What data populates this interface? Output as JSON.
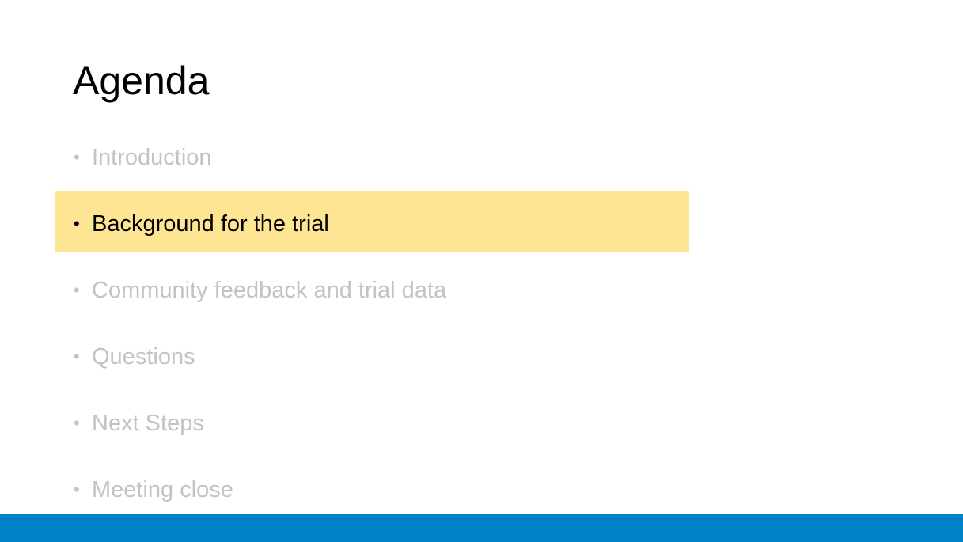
{
  "slide": {
    "title": "Agenda",
    "items": [
      {
        "label": "Introduction",
        "active": false
      },
      {
        "label": "Background for the trial",
        "active": true
      },
      {
        "label": "Community feedback and trial data",
        "active": false
      },
      {
        "label": "Questions",
        "active": false
      },
      {
        "label": "Next Steps",
        "active": false
      },
      {
        "label": "Meeting close",
        "active": false
      }
    ],
    "bullet_glyph": "•",
    "colors": {
      "highlight": "#fee594",
      "footer_bar": "#0080c9",
      "inactive_text": "#c3c3c3",
      "active_text": "#000000"
    }
  }
}
